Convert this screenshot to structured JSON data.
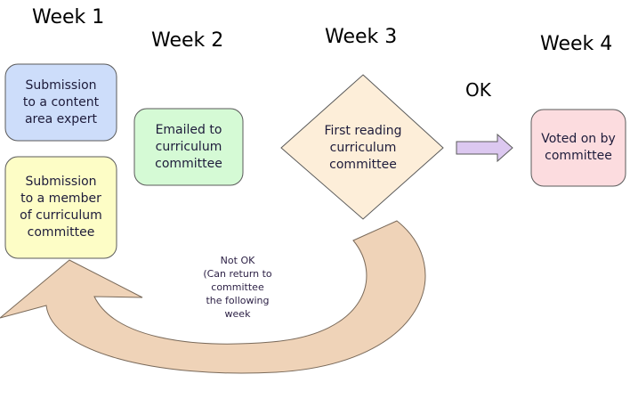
{
  "weeks": {
    "week1": "Week 1",
    "week2": "Week 2",
    "week3": "Week 3",
    "week4": "Week 4"
  },
  "nodes": {
    "content_expert": "Submission\nto a content\narea expert",
    "committee_member": "Submission\nto a member\nof curriculum\ncommittee",
    "emailed": "Emailed to\ncurriculum\ncommittee",
    "first_reading": "First reading\ncurriculum\ncommittee",
    "voted": "Voted on by\ncommittee"
  },
  "edges": {
    "ok_label": "OK",
    "not_ok_label": "Not OK\n(Can return to\ncommittee\nthe following\nweek"
  },
  "colors": {
    "content_expert_fill": "#cdddfa",
    "committee_member_fill": "#fdfdc6",
    "emailed_fill": "#d5fad5",
    "first_reading_fill": "#fdeed9",
    "voted_fill": "#fcdcdf",
    "ok_arrow_fill": "#dcc8f0",
    "return_arrow_fill": "#efd3b8",
    "outline": "#5a5a5a"
  }
}
